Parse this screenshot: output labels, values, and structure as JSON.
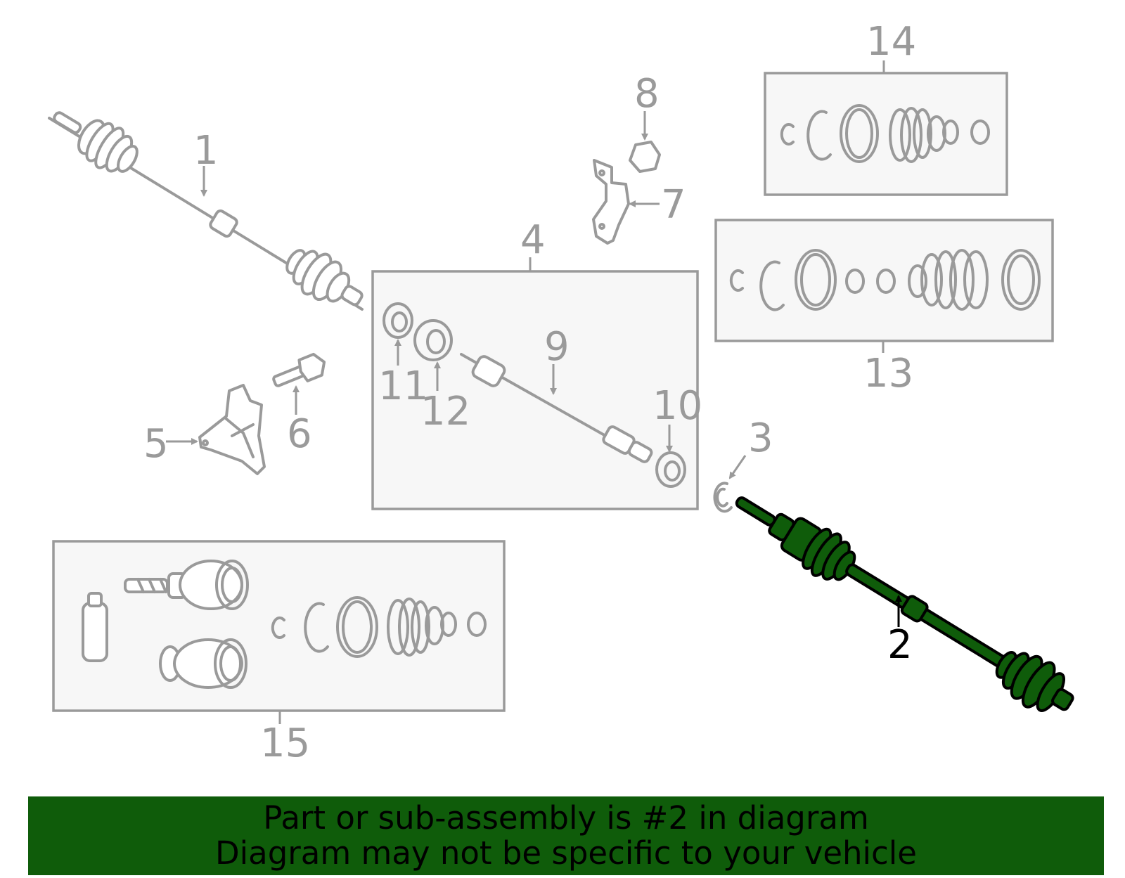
{
  "colors": {
    "highlight": "#0f5c0a",
    "part_gray": "#9a9a9a",
    "box_fill": "#f7f7f7"
  },
  "callouts": {
    "c1": "1",
    "c2": "2",
    "c3": "3",
    "c4": "4",
    "c5": "5",
    "c6": "6",
    "c7": "7",
    "c8": "8",
    "c9": "9",
    "c10": "10",
    "c11": "11",
    "c12": "12",
    "c13": "13",
    "c14": "14",
    "c15": "15"
  },
  "banner": {
    "line1": "Part or sub-assembly is #2 in diagram",
    "line2": "Diagram may not be specific to your vehicle"
  }
}
